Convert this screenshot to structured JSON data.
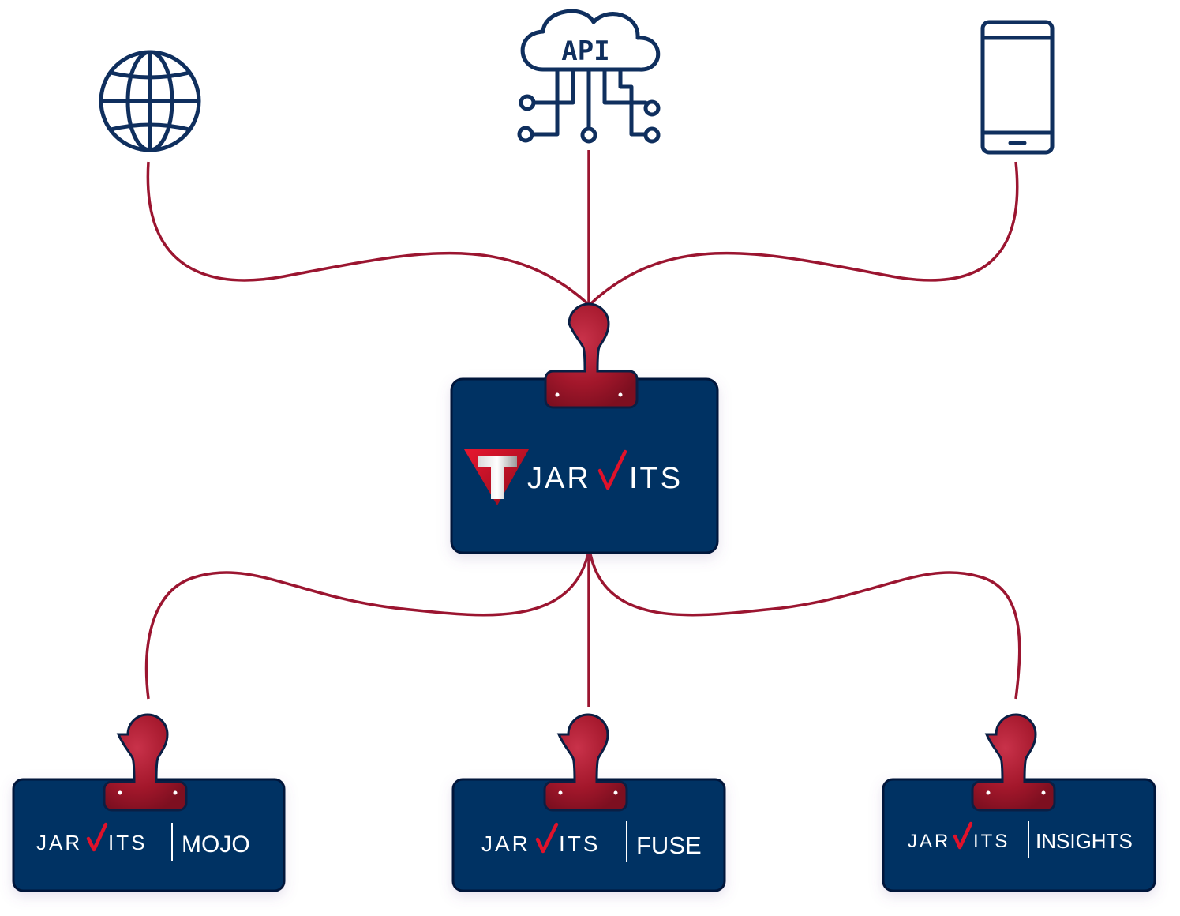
{
  "icons": {
    "globe": "globe-icon",
    "cloud_api": "cloud-api-icon",
    "mobile": "mobile-phone-icon"
  },
  "cloud_label": "API",
  "hub": {
    "brand": "JARVITS",
    "wordmark_before": "JAR",
    "wordmark_after": "ITS"
  },
  "products": [
    {
      "brand": "JARVITS",
      "wordmark_before": "JAR",
      "wordmark_after": "ITS",
      "name": "MOJO"
    },
    {
      "brand": "JARVITS",
      "wordmark_before": "JAR",
      "wordmark_after": "ITS",
      "name": "FUSE"
    },
    {
      "brand": "JARVITS",
      "wordmark_before": "JAR",
      "wordmark_after": "ITS",
      "name": "INSIGHTS"
    }
  ],
  "colors": {
    "card": "#063163",
    "connector": "#9b1530",
    "accent": "#e0122a",
    "icon": "#0f2f5e"
  }
}
